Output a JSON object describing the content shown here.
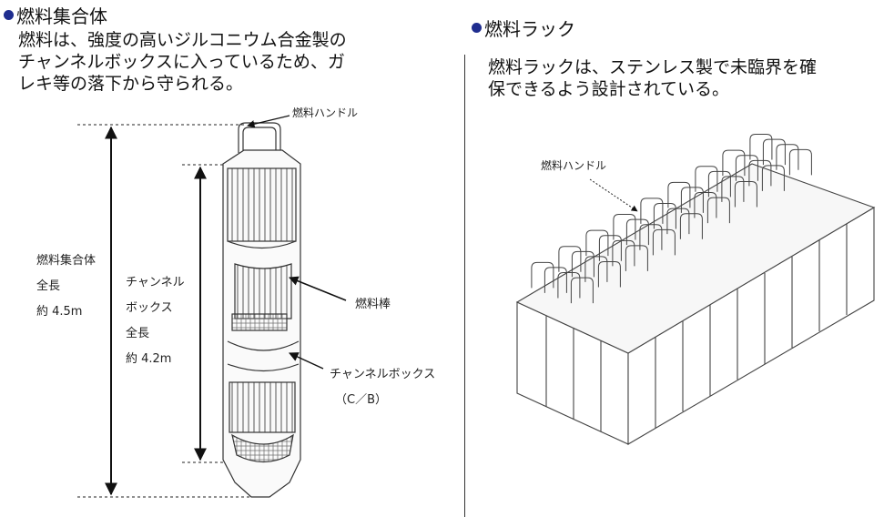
{
  "left": {
    "title": "燃料集合体",
    "description": [
      "燃料は、強度の高いジルコニウム合金製の",
      "チャンネルボックスに入っているため、ガ",
      "レキ等の落下から守られる。"
    ],
    "handle_label": "燃料ハンドル",
    "assembly_length": [
      "燃料集合体",
      "全長",
      "約 4.5m"
    ],
    "channel_length": [
      "チャンネル",
      "ボックス",
      "全長",
      "約 4.2m"
    ],
    "fuel_rod_label": "燃料棒",
    "channel_box_label": "チャンネルボックス",
    "channel_box_abbr": "（C／B）"
  },
  "right": {
    "title": "燃料ラック",
    "description": [
      "燃料ラックは、ステンレス製で未臨界を確",
      "保できるよう設計されている。"
    ],
    "handle_label": "燃料ハンドル"
  },
  "colors": {
    "bullet": "#1f2d8f",
    "line": "#222222"
  }
}
